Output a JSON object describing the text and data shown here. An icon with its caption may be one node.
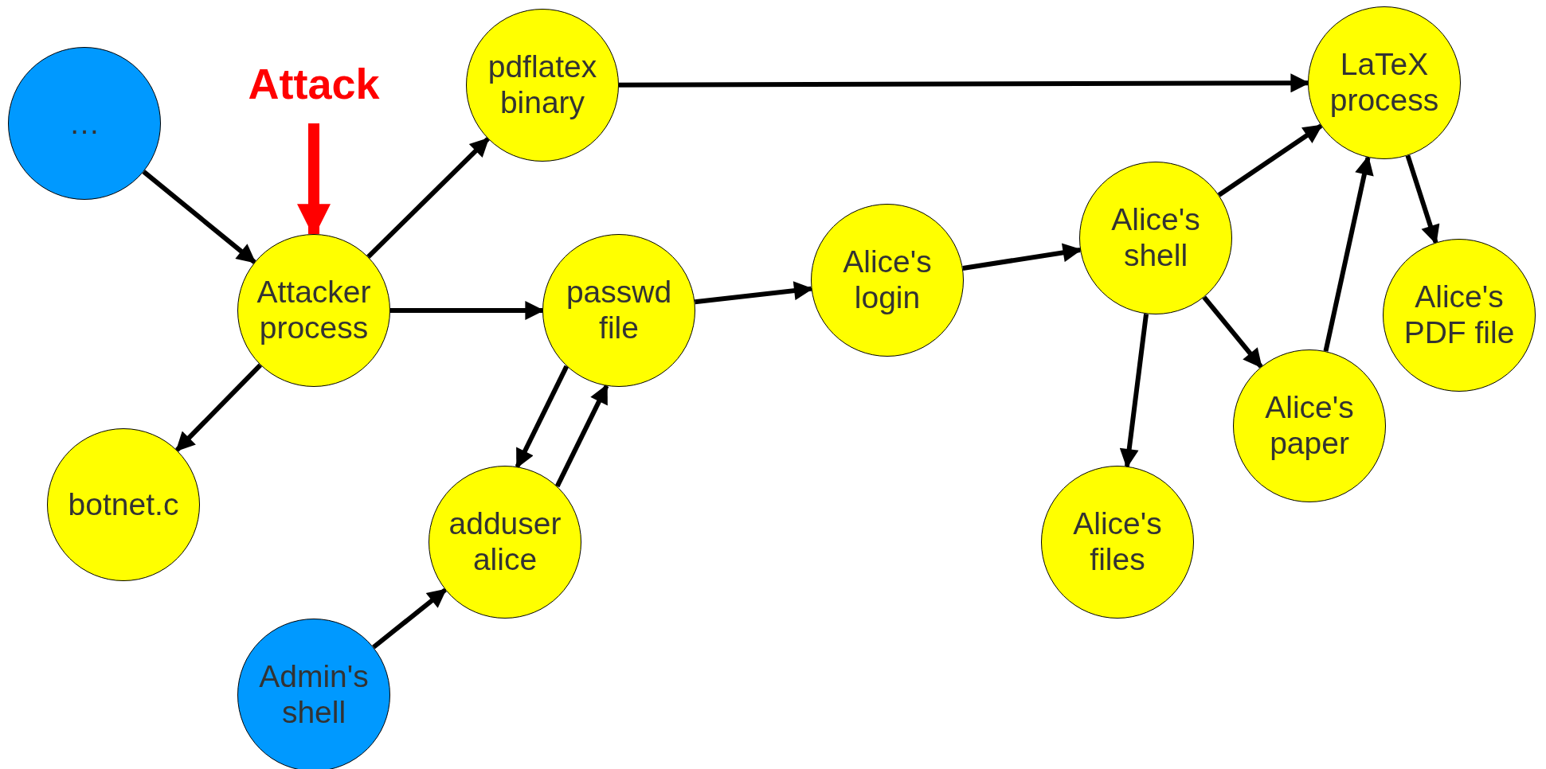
{
  "diagram": {
    "nodes": [
      {
        "text": [
          "…"
        ]
      },
      {
        "text": [
          "Attack"
        ]
      },
      {
        "text": [
          "Attacker process"
        ]
      },
      {
        "text": [
          "pdflatex binary"
        ]
      },
      {
        "text": [
          "LaTeX process"
        ]
      },
      {
        "text": [
          "botnet.c"
        ]
      },
      {
        "text": [
          "passwd file"
        ]
      },
      {
        "text": [
          "Alice's login"
        ]
      },
      {
        "text": [
          "Alice's shell"
        ]
      },
      {
        "text": [
          "Alice's PDF file"
        ]
      },
      {
        "text": [
          "Alice's paper"
        ]
      },
      {
        "text": [
          "adduser alice"
        ]
      },
      {
        "text": [
          "Alice's files"
        ]
      },
      {
        "text": [
          "Admin's shell"
        ]
      }
    ],
    "edges": [
      {
        "from": 0,
        "to": 2,
        "arrow": "to"
      },
      {
        "from": 1,
        "to": 2,
        "arrow": "to",
        "style": "thick",
        "color": "#ff0000"
      },
      {
        "from": 2,
        "to": 3,
        "arrow": "to"
      },
      {
        "from": 2,
        "to": 6,
        "arrow": "to"
      },
      {
        "from": 2,
        "to": 5,
        "arrow": "to"
      },
      {
        "from": 3,
        "to": 4,
        "arrow": "to"
      },
      {
        "from": 6,
        "to": 7,
        "arrow": "to"
      },
      {
        "from": 6,
        "to": 11,
        "arrow": "to"
      },
      {
        "from": 11,
        "to": 6,
        "arrow": "to"
      },
      {
        "from": 13,
        "to": 11,
        "arrow": "to"
      },
      {
        "from": 7,
        "to": 8,
        "arrow": "to"
      },
      {
        "from": 8,
        "to": 4,
        "arrow": "to"
      },
      {
        "from": 8,
        "to": 12,
        "arrow": "to"
      },
      {
        "from": 8,
        "to": 10,
        "arrow": "to"
      },
      {
        "from": 10,
        "to": 4,
        "arrow": "to"
      },
      {
        "from": 4,
        "to": 9,
        "arrow": "to"
      }
    ]
  }
}
